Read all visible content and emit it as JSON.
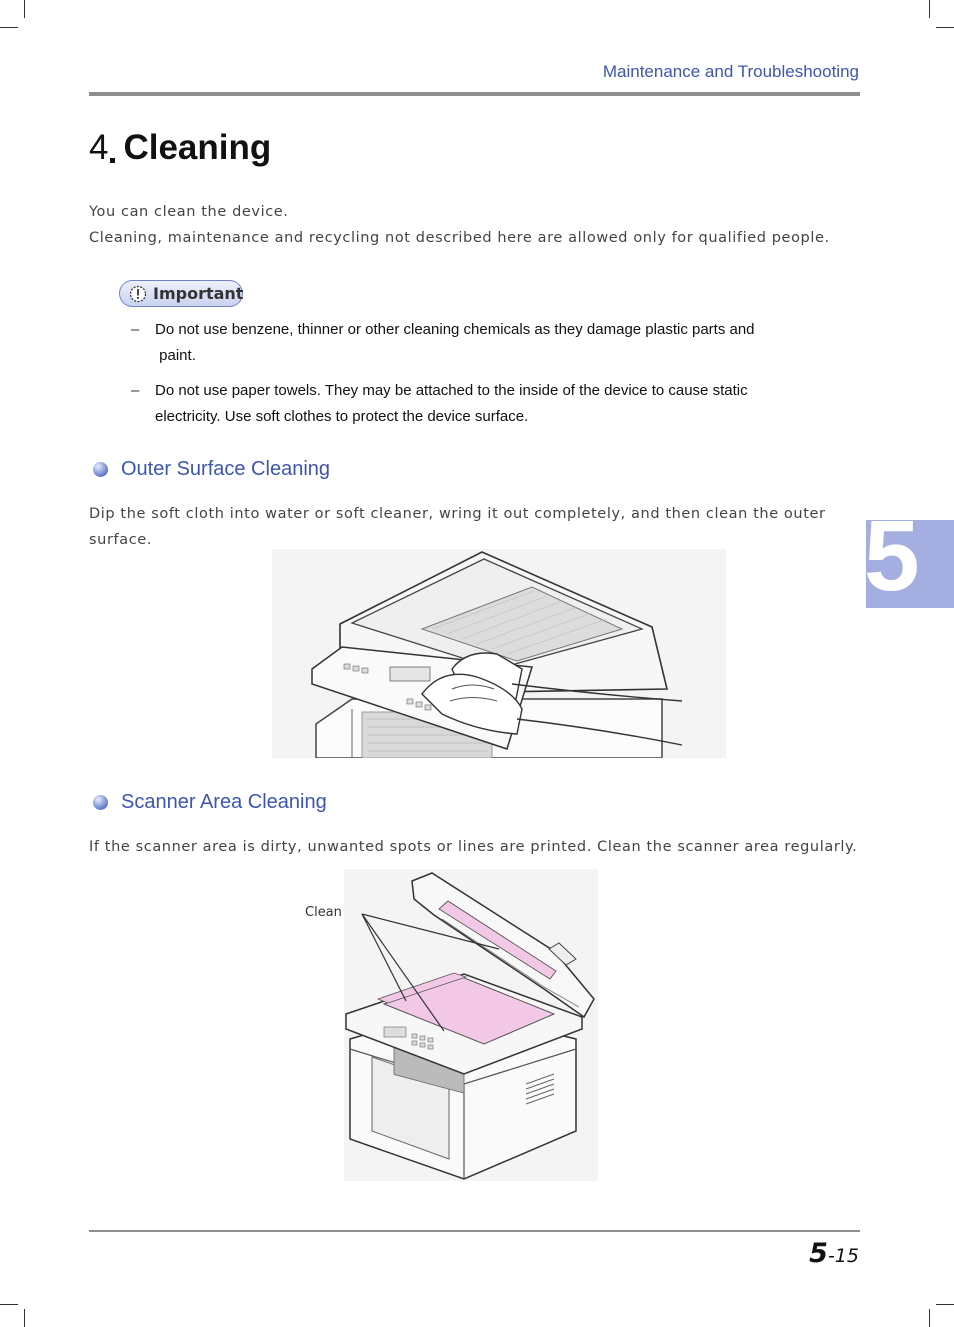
{
  "header": {
    "section_title": "Maintenance and Troubleshooting"
  },
  "chapter": {
    "number": "4",
    "title": "Cleaning"
  },
  "intro": [
    "You can clean the device.",
    "Cleaning, maintenance and recycling not described here are allowed only for qualified people."
  ],
  "important": {
    "label": "Important",
    "items": [
      {
        "lines": [
          "Do not use benzene, thinner or other cleaning chemicals as they damage plastic parts and",
          " paint."
        ]
      },
      {
        "lines": [
          "Do not use paper towels. They may be attached to the inside of the device to cause static",
          "electricity. Use soft clothes to protect the device surface."
        ]
      }
    ]
  },
  "outer_surface": {
    "heading": "Outer Surface Cleaning",
    "text": [
      "Dip the soft cloth into water or soft cleaner, wring it out completely, and then clean the outer",
      "surface."
    ]
  },
  "scanner_area": {
    "heading": "Scanner Area Cleaning",
    "text": "If the scanner area is dirty, unwanted spots or lines are printed. Clean the scanner area regularly.",
    "callout": "Clean"
  },
  "chapter_tab": "5",
  "footer": {
    "page_major": "5",
    "page_minor": "-15"
  },
  "icons": {
    "important": "warning-gear-icon",
    "section_bullet": "blue-ball-icon"
  },
  "colors": {
    "accent": "#3d55b4",
    "tab": "#a5aee1",
    "glass": "#f3c8e6"
  }
}
